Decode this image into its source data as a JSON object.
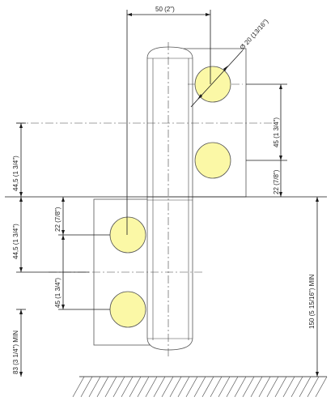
{
  "dimensions": {
    "top_width": "50 (2\")",
    "diameter": "Ø 20 (13/16\")",
    "upper_hole_spacing": "45 (1 3/4\")",
    "upper_offset": "22 (7/8\")",
    "left_upper": "44,5 (1 3/4\")",
    "left_middle": "44,5 (1 3/4\")",
    "lower_offset": "22 (7/8\")",
    "lower_hole_spacing": "45 (1 3/4\")",
    "bottom_min": "83 (3 1/4\") MIN",
    "right_min": "150 (5 15/16\") MIN"
  },
  "colors": {
    "hole_fill": "#fbf8a6",
    "line": "#1a1a1a"
  }
}
